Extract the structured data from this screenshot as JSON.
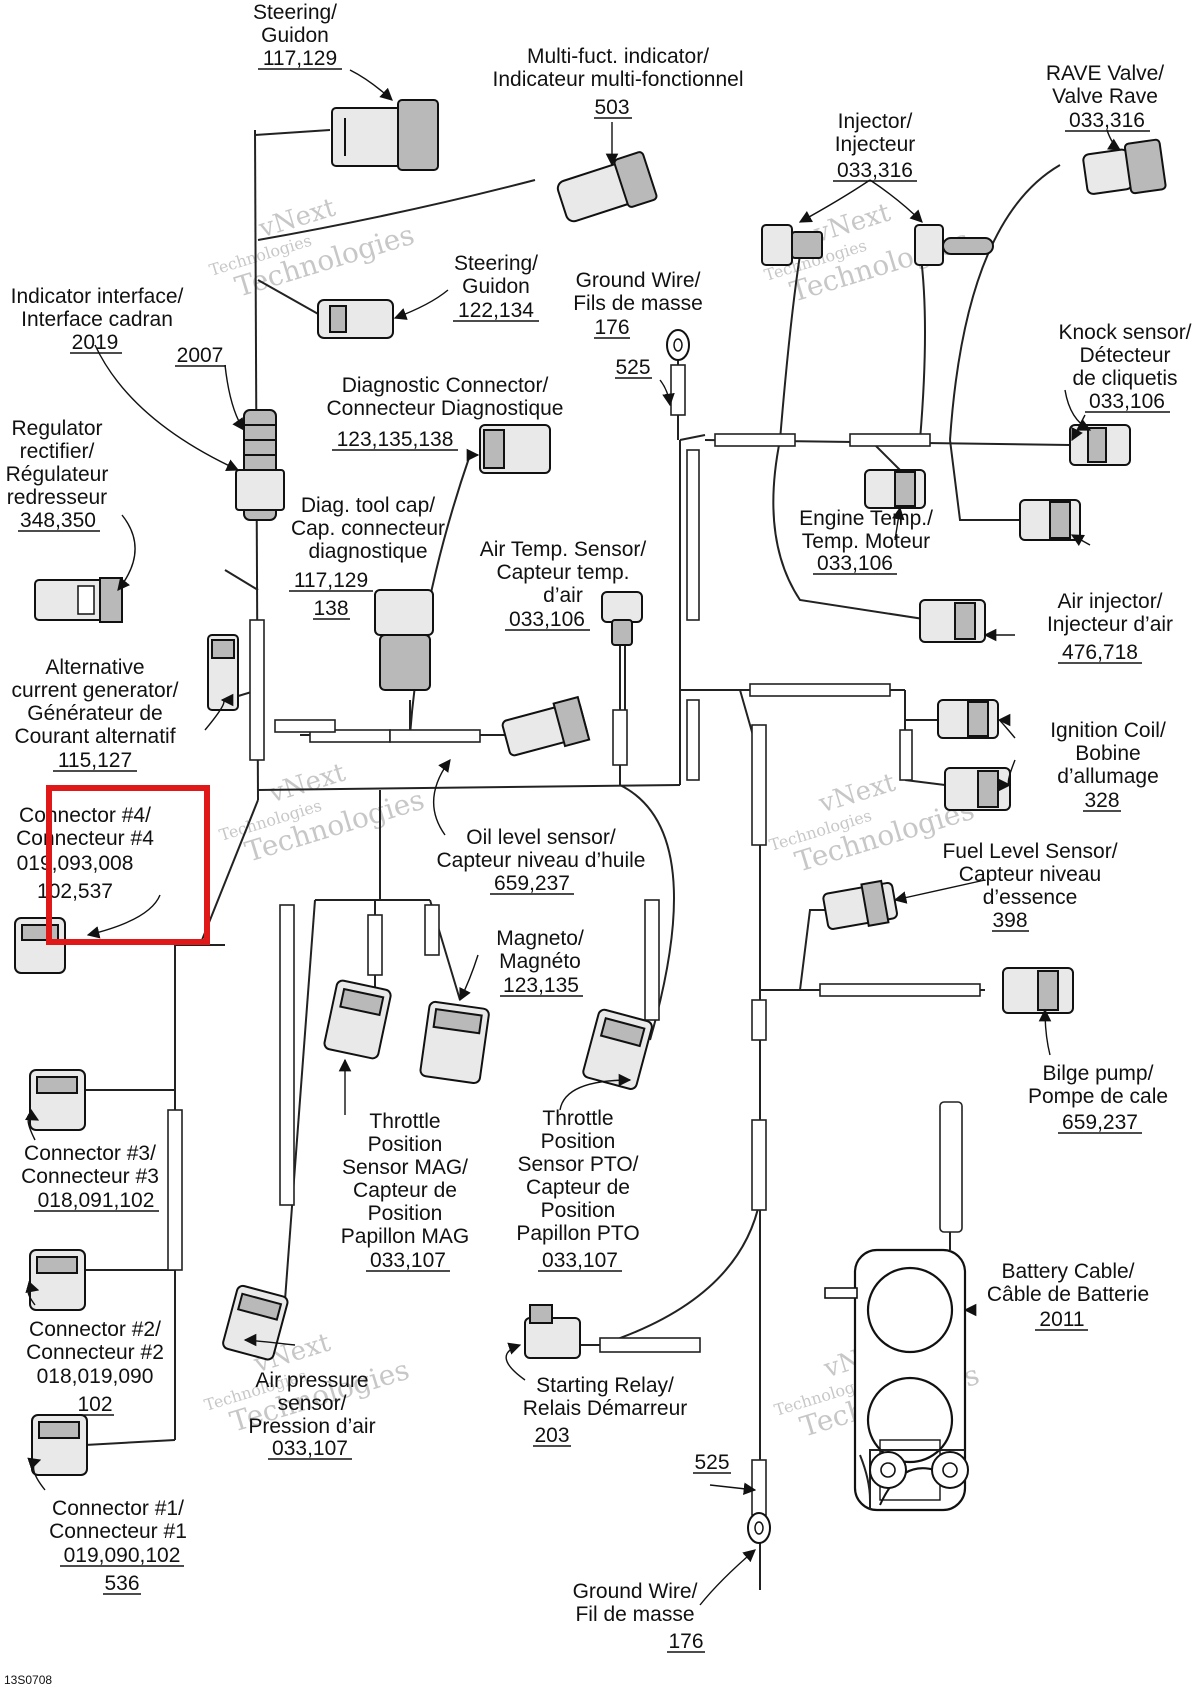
{
  "drawing_code": "13S0708",
  "highlight_color": "#e01818",
  "watermark": {
    "line1": "vNext",
    "line2": "Technologies",
    "line3": "Technologies"
  },
  "callouts": {
    "steering_top": {
      "line1": "Steering/",
      "line2": "Guidon",
      "ref": "117,129"
    },
    "multi_indicator": {
      "line1": "Multi-fuct. indicator/",
      "line2": "Indicateur multi-fonctionnel",
      "ref": "503"
    },
    "rave_valve": {
      "line1": "RAVE Valve/",
      "line2": "Valve Rave",
      "ref": "033,316"
    },
    "injector": {
      "line1": "Injector/",
      "line2": "Injecteur",
      "ref": "033,316"
    },
    "indicator_interface": {
      "line1": "Indicator interface/",
      "line2": "Interface cadran",
      "ref": "2019"
    },
    "boot_2007": {
      "ref": "2007"
    },
    "steering_mid": {
      "line1": "Steering/",
      "line2": "Guidon",
      "ref": "122,134"
    },
    "ground_wire_top": {
      "line1": "Ground Wire/",
      "line2": "Fils de masse",
      "ref": "176"
    },
    "ground_525_top": {
      "ref": "525"
    },
    "knock_sensor": {
      "line1": "Knock sensor/",
      "line2": "Détecteur",
      "line3": "de cliquetis",
      "ref": "033,106"
    },
    "diagnostic_connector": {
      "line1": "Diagnostic Connector/",
      "line2": "Connecteur Diagnostique",
      "ref": "123,135,138"
    },
    "regulator": {
      "line1": "Regulator",
      "line2": "rectifier/",
      "line3": "Régulateur",
      "line4": "redresseur",
      "ref": "348,350"
    },
    "diag_tool_cap": {
      "line1": "Diag. tool cap/",
      "line2": "Cap. connecteur",
      "line3": "diagnostique",
      "ref": "117,129",
      "ref2": "138"
    },
    "air_temp": {
      "line1": "Air Temp. Sensor/",
      "line2": "Capteur temp.",
      "line3": "d’air",
      "ref": "033,106"
    },
    "engine_temp": {
      "line1": "Engine Temp./",
      "line2": "Temp. Moteur",
      "ref": "033,106"
    },
    "air_injector": {
      "line1": "Air injector/",
      "line2": "Injecteur d’air",
      "ref": "476,718"
    },
    "alternator": {
      "line1": "Alternative",
      "line2": "current generator/",
      "line3": "Générateur de",
      "line4": "Courant alternatif",
      "ref": "115,127"
    },
    "ignition_coil": {
      "line1": "Ignition Coil/",
      "line2": "Bobine",
      "line3": "d’allumage",
      "ref": "328"
    },
    "connector4": {
      "line1": "Connector #4/",
      "line2": "Connecteur #4",
      "ref": "019,093,008",
      "ref2": "102,537"
    },
    "oil_level": {
      "line1": "Oil level sensor/",
      "line2": "Capteur niveau d’huile",
      "ref": "659,237"
    },
    "fuel_level": {
      "line1": "Fuel Level Sensor/",
      "line2": "Capteur niveau",
      "line3": "d’essence",
      "ref": "398"
    },
    "magneto": {
      "line1": "Magneto/",
      "line2": "Magnéto",
      "ref": "123,135"
    },
    "bilge_pump": {
      "line1": "Bilge pump/",
      "line2": "Pompe de cale",
      "ref": "659,237"
    },
    "connector3": {
      "line1": "Connector #3/",
      "line2": "Connecteur #3",
      "ref": "018,091,102"
    },
    "tps_mag": {
      "line1": "Throttle",
      "line2": "Position",
      "line3": "Sensor MAG/",
      "line4": "Capteur de",
      "line5": "Position",
      "line6": "Papillon MAG",
      "ref": "033,107"
    },
    "tps_pto": {
      "line1": "Throttle",
      "line2": "Position",
      "line3": "Sensor PTO/",
      "line4": "Capteur de",
      "line5": "Position",
      "line6": "Papillon PTO",
      "ref": "033,107"
    },
    "battery_cable": {
      "line1": "Battery Cable/",
      "line2": "Câble de Batterie",
      "ref": "2011"
    },
    "connector2": {
      "line1": "Connector #2/",
      "line2": "Connecteur #2",
      "ref": "018,019,090",
      "ref2": "102"
    },
    "air_pressure": {
      "line1": "Air pressure",
      "line2": "sensor/",
      "line3": "Pression d’air",
      "ref": "033,107"
    },
    "starting_relay": {
      "line1": "Starting Relay/",
      "line2": "Relais Démarreur",
      "ref": "203"
    },
    "ground_525_bottom": {
      "ref": "525"
    },
    "connector1": {
      "line1": "Connector #1/",
      "line2": "Connecteur #1",
      "ref": "019,090,102",
      "ref2": "536"
    },
    "ground_wire_bottom": {
      "line1": "Ground Wire/",
      "line2": "Fil de masse",
      "ref": "176"
    }
  }
}
